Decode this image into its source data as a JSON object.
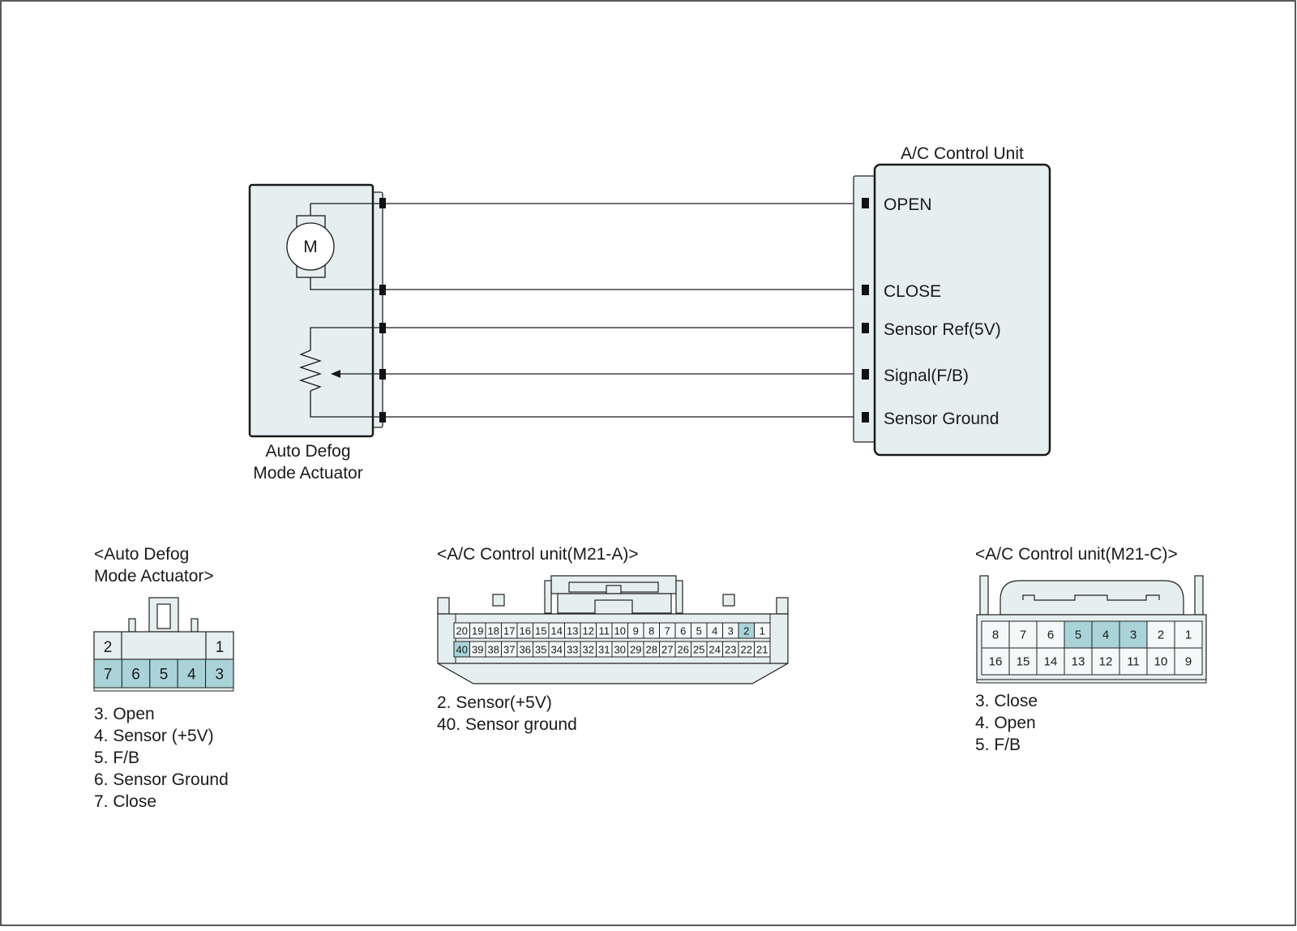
{
  "colors": {
    "component_fill": "#e6efef",
    "highlight_pin": "#a9d3d8",
    "line": "#1a1a1a"
  },
  "actuator": {
    "name_line1": "Auto Defog",
    "name_line2": "Mode Actuator",
    "motor_symbol": "M"
  },
  "control_unit": {
    "title": "A/C Control Unit",
    "terminals": [
      "OPEN",
      "CLOSE",
      "Sensor Ref(5V)",
      "Signal(F/B)",
      "Sensor Ground"
    ]
  },
  "connectors": {
    "actuator": {
      "title_line1": "<Auto Defog",
      "title_line2": "Mode Actuator>",
      "top_row": [
        "2",
        "1"
      ],
      "bottom_row": [
        "7",
        "6",
        "5",
        "4",
        "3"
      ],
      "highlighted": [
        "7",
        "6",
        "5",
        "4",
        "3"
      ],
      "legend": [
        "3. Open",
        "4. Sensor (+5V)",
        "5. F/B",
        "6. Sensor Ground",
        "7. Close"
      ]
    },
    "m21a": {
      "title": "<A/C Control unit(M21-A)>",
      "top_row": [
        "20",
        "19",
        "18",
        "17",
        "16",
        "15",
        "14",
        "13",
        "12",
        "11",
        "10",
        "9",
        "8",
        "7",
        "6",
        "5",
        "4",
        "3",
        "2",
        "1"
      ],
      "bottom_row": [
        "40",
        "39",
        "38",
        "37",
        "36",
        "35",
        "34",
        "33",
        "32",
        "31",
        "30",
        "29",
        "28",
        "27",
        "26",
        "25",
        "24",
        "23",
        "22",
        "21"
      ],
      "highlighted": [
        "2",
        "40"
      ],
      "legend": [
        "2. Sensor(+5V)",
        "40. Sensor ground"
      ]
    },
    "m21c": {
      "title": "<A/C Control unit(M21-C)>",
      "top_row": [
        "8",
        "7",
        "6",
        "5",
        "4",
        "3",
        "2",
        "1"
      ],
      "bottom_row": [
        "16",
        "15",
        "14",
        "13",
        "12",
        "11",
        "10",
        "9"
      ],
      "highlighted": [
        "5",
        "4",
        "3"
      ],
      "legend": [
        "3. Close",
        "4. Open",
        "5. F/B"
      ]
    }
  }
}
